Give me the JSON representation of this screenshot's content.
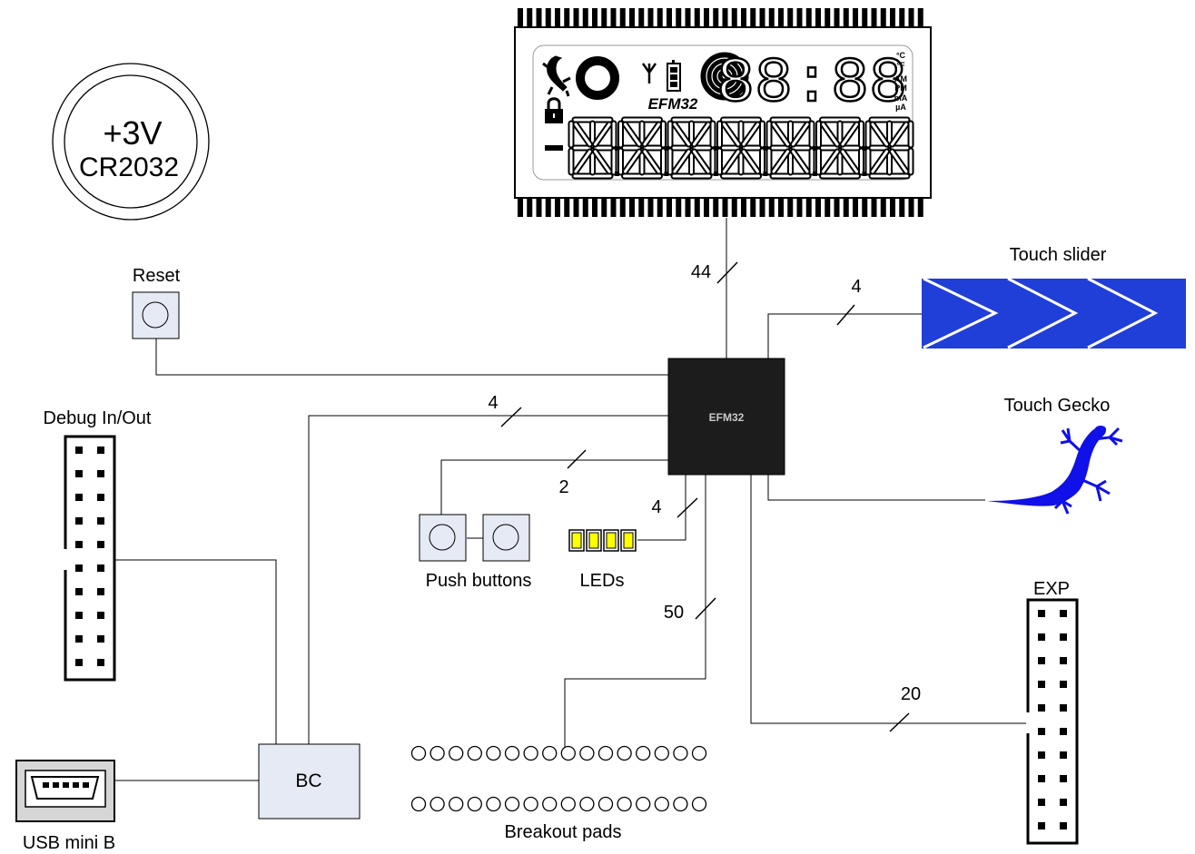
{
  "battery": {
    "voltage": "+3V",
    "model": "CR2032"
  },
  "reset": {
    "label": "Reset"
  },
  "debug": {
    "label": "Debug In/Out"
  },
  "usb": {
    "label": "USB mini B"
  },
  "bc": {
    "label": "BC"
  },
  "mcu": {
    "label": "EFM32"
  },
  "lcd": {
    "logo": "EFM32",
    "clock_digits": "88:88",
    "units": [
      "°C",
      "°F",
      "AM",
      "PM",
      "mA",
      "µA"
    ],
    "seg_digits": "8888888",
    "minus": "–"
  },
  "push_buttons": {
    "label": "Push buttons"
  },
  "leds": {
    "label": "LEDs",
    "color": "#ffff00"
  },
  "touch_slider": {
    "label": "Touch slider",
    "color": "#1f3fd8"
  },
  "touch_gecko": {
    "label": "Touch Gecko",
    "color": "#1010e8"
  },
  "exp": {
    "label": "EXP"
  },
  "breakout": {
    "label": "Breakout pads"
  },
  "bus_widths": {
    "lcd": "44",
    "slider": "4",
    "debug": "4",
    "buttons": "2",
    "leds": "4",
    "breakout": "50",
    "exp": "20"
  }
}
